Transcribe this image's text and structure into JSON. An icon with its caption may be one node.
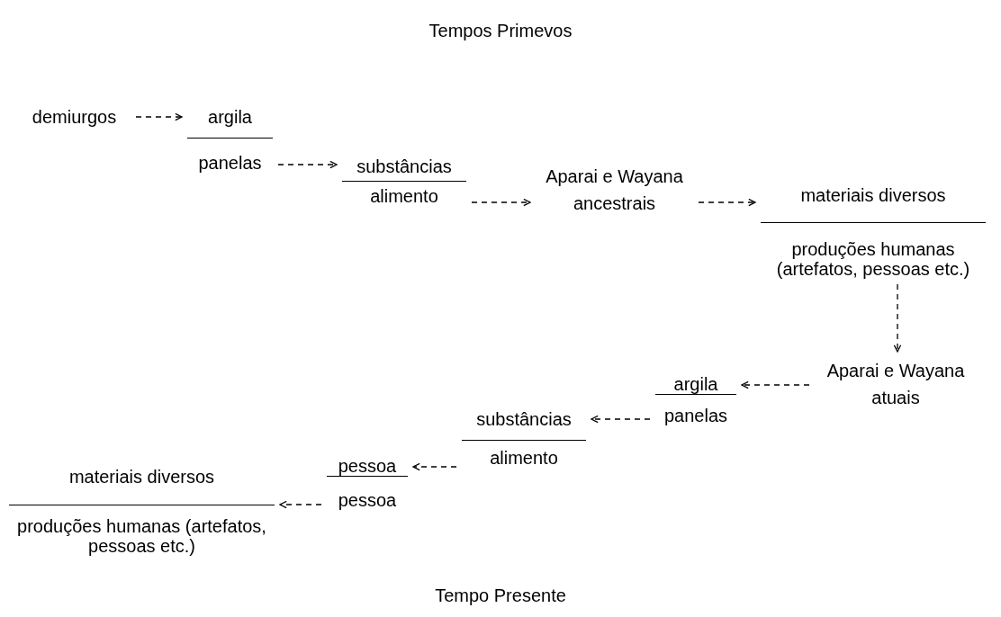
{
  "diagram": {
    "title": "Tempos Primevos",
    "nodes": [
      {
        "text": [
          "demiurgos"
        ]
      },
      {
        "text": [
          "argila",
          "panelas"
        ]
      },
      {
        "text": [
          "substâncias",
          "alimento"
        ]
      },
      {
        "text": [
          "Aparai e Wayana ancestrais"
        ]
      },
      {
        "text": [
          "materiais diversos",
          "produções humanas (artefatos, pessoas etc.)"
        ]
      },
      {
        "text": [
          "Aparai e Wayana atuais"
        ]
      },
      {
        "text": [
          "argila",
          "panelas"
        ]
      },
      {
        "text": [
          "substâncias",
          "alimento"
        ]
      },
      {
        "text": [
          "pessoa",
          "pessoa"
        ]
      },
      {
        "text": [
          "materiais diversos",
          "produções humanas (artefatos, pessoas etc.)"
        ]
      }
    ],
    "edges": [
      {
        "from": 0,
        "to": 1,
        "arrow": "to",
        "style": "dashed"
      },
      {
        "from": 1,
        "to": 2,
        "arrow": "to",
        "style": "dashed"
      },
      {
        "from": 2,
        "to": 3,
        "arrow": "to",
        "style": "dashed"
      },
      {
        "from": 3,
        "to": 4,
        "arrow": "to",
        "style": "dashed"
      },
      {
        "from": 4,
        "to": 5,
        "arrow": "to",
        "style": "dashed"
      },
      {
        "from": 5,
        "to": 6,
        "arrow": "to",
        "style": "dashed"
      },
      {
        "from": 6,
        "to": 7,
        "arrow": "to",
        "style": "dashed"
      },
      {
        "from": 7,
        "to": 8,
        "arrow": "to",
        "style": "dashed"
      },
      {
        "from": 8,
        "to": 9,
        "arrow": "to",
        "style": "dashed"
      }
    ],
    "labels": [
      "Tempo Presente"
    ]
  }
}
